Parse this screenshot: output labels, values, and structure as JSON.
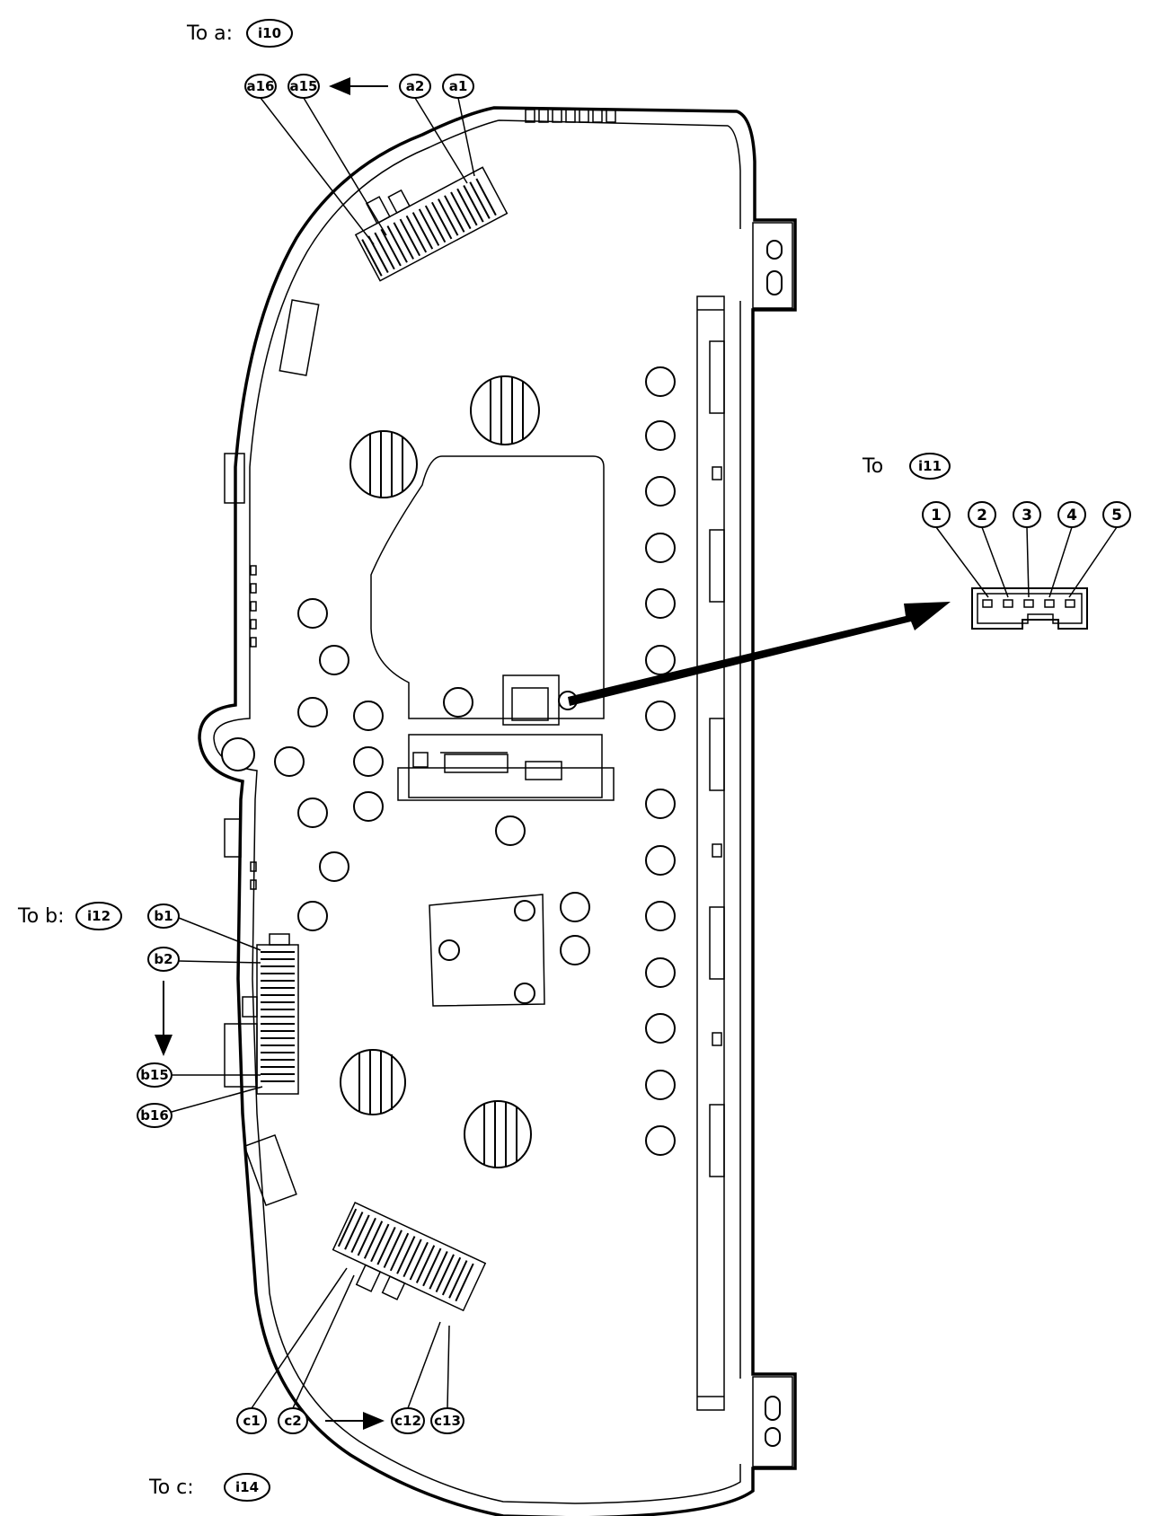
{
  "labels": {
    "to_a": "To a:",
    "to_b": "To b:",
    "to_c": "To c:",
    "to_i11": "To"
  },
  "connectors": {
    "i10": "i10",
    "i11": "i11",
    "i12": "i12",
    "i14": "i14"
  },
  "pins_a": {
    "a16": "a16",
    "a15": "a15",
    "a2": "a2",
    "a1": "a1"
  },
  "pins_b": {
    "b1": "b1",
    "b2": "b2",
    "b15": "b15",
    "b16": "b16"
  },
  "pins_c": {
    "c1": "c1",
    "c2": "c2",
    "c12": "c12",
    "c13": "c13"
  },
  "pins_i11": [
    "1",
    "2",
    "3",
    "4",
    "5"
  ],
  "colors": {
    "line": "#000000",
    "background": "#ffffff"
  }
}
